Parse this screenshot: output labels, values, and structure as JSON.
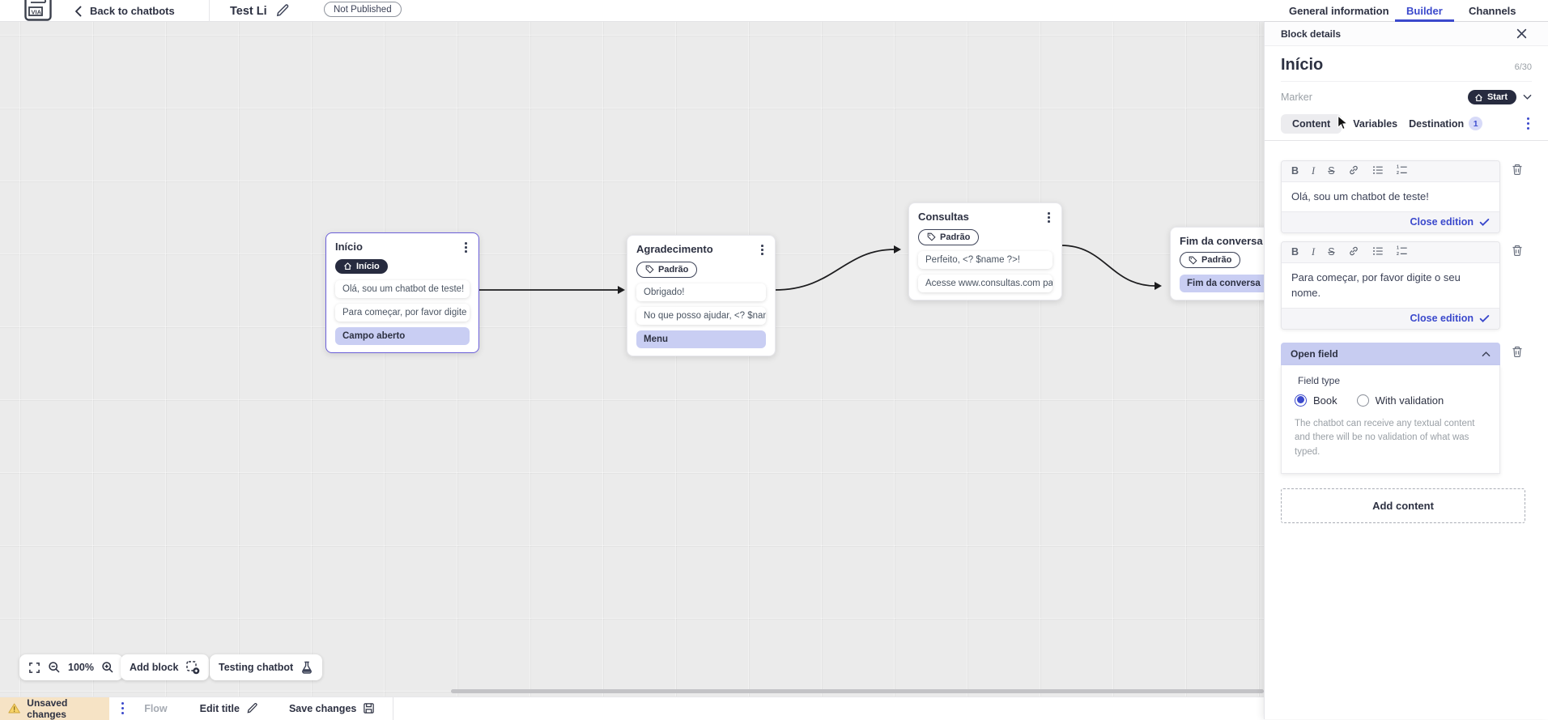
{
  "header": {
    "logo_text": "VIA",
    "back_label": "Back to chatbots",
    "chatbot_title": "Test Li",
    "status_badge": "Not Published",
    "nav_tabs": [
      {
        "label": "General information",
        "active": false
      },
      {
        "label": "Builder",
        "active": true
      },
      {
        "label": "Channels",
        "active": false
      }
    ]
  },
  "canvas": {
    "blocks": [
      {
        "title": "Início",
        "badge": "Início",
        "rows": [
          {
            "text": "Olá, sou um chatbot de teste!",
            "highlight": false
          },
          {
            "text": "Para começar, por favor digite o ...",
            "highlight": false
          },
          {
            "text": "Campo aberto",
            "highlight": true
          }
        ]
      },
      {
        "title": "Agradecimento",
        "badge": "Padrão",
        "rows": [
          {
            "text": "Obrigado!",
            "highlight": false
          },
          {
            "text": "No que posso ajudar, <? $name ...",
            "highlight": false
          },
          {
            "text": "Menu",
            "highlight": true
          }
        ]
      },
      {
        "title": "Consultas",
        "badge": "Padrão",
        "rows": [
          {
            "text": "Perfeito, <? $name ?>!",
            "highlight": false
          },
          {
            "text": "Acesse www.consultas.com par...",
            "highlight": false
          }
        ]
      },
      {
        "title": "Fim da conversa",
        "badge": "Padrão",
        "rows": [
          {
            "text": "Fim da conversa",
            "highlight": true
          }
        ]
      }
    ],
    "controls": {
      "zoom_level": "100%",
      "add_block_label": "Add block",
      "testing_label": "Testing chatbot"
    }
  },
  "panel": {
    "bar_title": "Block details",
    "block_name": "Início",
    "name_counter": "6/30",
    "marker_label": "Marker",
    "marker_value": "Start",
    "tabs": [
      {
        "label": "Content",
        "active": true
      },
      {
        "label": "Variables",
        "active": false
      },
      {
        "label": "Destination",
        "active": false,
        "badge": "1"
      }
    ],
    "editor_toolbar": {
      "bold": "B",
      "italic": "I",
      "strike": "S"
    },
    "editors": [
      {
        "text": "Olá, sou um chatbot de teste!",
        "close_label": "Close edition"
      },
      {
        "text": "Para começar, por favor digite o seu nome.",
        "close_label": "Close edition"
      }
    ],
    "open_field": {
      "title": "Open field",
      "field_type_label": "Field type",
      "options": [
        {
          "label": "Book",
          "selected": true
        },
        {
          "label": "With validation",
          "selected": false
        }
      ],
      "description": "The chatbot can receive any textual content and there will be no validation of what was typed."
    },
    "add_content_label": "Add content"
  },
  "statusbar": {
    "unsaved_label": "Unsaved changes",
    "flow_label": "Flow",
    "edit_title_label": "Edit title",
    "save_label": "Save changes"
  },
  "colors": {
    "accent_blue": "#3b49cc",
    "dark_badge": "#272b3f",
    "highlight_lavender": "#c9cef3",
    "open_field_header": "#c7ccf1",
    "unsaved_bg": "#f6e3c5",
    "canvas_bg": "#ebebeb",
    "selected_border": "#6b5fd8"
  }
}
